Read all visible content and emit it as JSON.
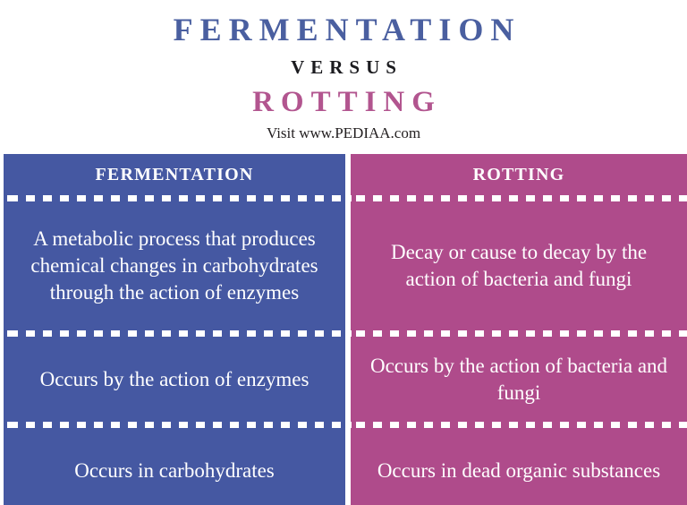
{
  "header": {
    "title_main": "FERMENTATION",
    "title_versus": "VERSUS",
    "title_sub": "ROTTING",
    "visit": "Visit www.PEDIAA.com"
  },
  "colors": {
    "left_panel": "#4558a2",
    "right_panel": "#af4b8b",
    "title_main": "#4a5fa0",
    "title_sub": "#b2558f",
    "title_versus": "#1b1b1f",
    "separator": "#ffffff",
    "background": "#ffffff"
  },
  "comparison": {
    "columns": [
      {
        "header": "FERMENTATION"
      },
      {
        "header": "ROTTING"
      }
    ],
    "rows": [
      {
        "left": "A metabolic process that produces chemical changes in carbohydrates through the action of enzymes",
        "right": "Decay or cause to decay by the action of bacteria and fungi"
      },
      {
        "left": "Occurs by the action of enzymes",
        "right": "Occurs by the action of bacteria and fungi"
      },
      {
        "left": "Occurs in carbohydrates",
        "right": "Occurs in dead organic substances"
      }
    ]
  }
}
